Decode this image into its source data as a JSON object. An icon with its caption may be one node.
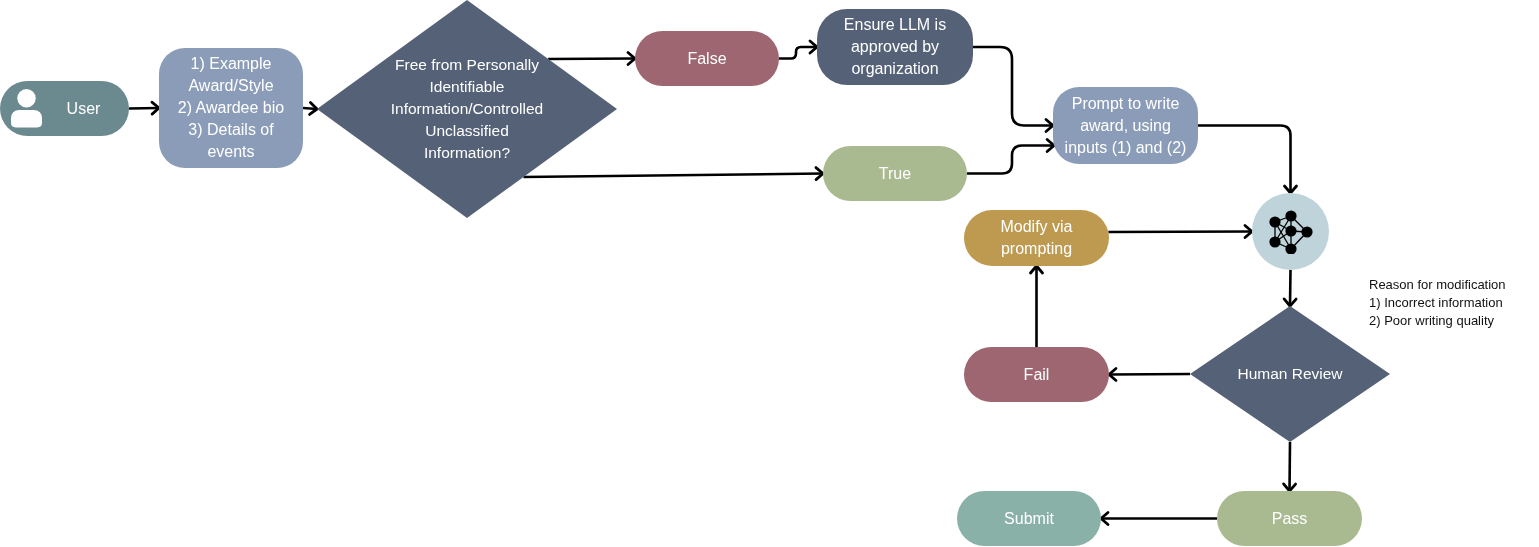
{
  "diagram": {
    "nodes": [
      {
        "text": [
          "User"
        ]
      },
      {
        "text": [
          "1) Example Award/Style",
          "2) Awardee bio",
          "3) Details of events"
        ]
      },
      {
        "text": [
          "Free from Personally Identifiable Information/Controlled Unclassified Information?"
        ]
      },
      {
        "text": [
          "False"
        ]
      },
      {
        "text": [
          "Ensure LLM is approved by organization"
        ]
      },
      {
        "text": [
          "True"
        ]
      },
      {
        "text": [
          "Prompt to write award, using inputs (1) and (2)"
        ]
      },
      {
        "text": [],
        "shape": "circle"
      },
      {
        "text": [
          "Modify via prompting"
        ]
      },
      {
        "text": [
          "Fail"
        ]
      },
      {
        "text": [
          "Human Review"
        ]
      },
      {
        "text": [
          "Pass"
        ]
      },
      {
        "text": [
          "Submit"
        ]
      }
    ],
    "edges": [
      {
        "from": 0,
        "to": 1,
        "arrow": "to"
      },
      {
        "from": 1,
        "to": 2,
        "arrow": "to"
      },
      {
        "from": 2,
        "to": 3,
        "arrow": "to"
      },
      {
        "from": 2,
        "to": 5,
        "arrow": "to"
      },
      {
        "from": 3,
        "to": 4,
        "arrow": "to"
      },
      {
        "from": 4,
        "to": 6,
        "arrow": "to"
      },
      {
        "from": 5,
        "to": 6,
        "arrow": "to"
      },
      {
        "from": 6,
        "to": 7,
        "arrow": "to"
      },
      {
        "from": 8,
        "to": 7,
        "arrow": "to"
      },
      {
        "from": 7,
        "to": 10,
        "arrow": "to"
      },
      {
        "from": 10,
        "to": 9,
        "arrow": "to"
      },
      {
        "from": 9,
        "to": 8,
        "arrow": "to"
      },
      {
        "from": 10,
        "to": 11,
        "arrow": "to"
      },
      {
        "from": 11,
        "to": 12,
        "arrow": "to"
      }
    ],
    "labels": [
      "Reason for modification",
      "1) Incorrect information",
      "2) Poor writing quality"
    ]
  }
}
